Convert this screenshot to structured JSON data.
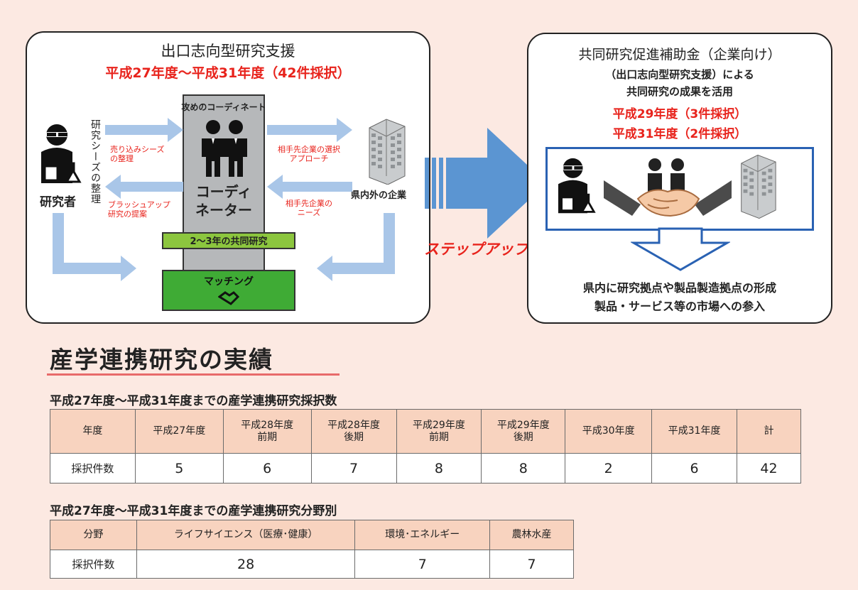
{
  "left_panel": {
    "title": "出口志向型研究支援",
    "period": "平成27年度～平成31年度（42件採択）",
    "column_caption": "攻めのコーディネート",
    "coordinator_line1": "コーディ",
    "coordinator_line2": "ネーター",
    "researcher_label": "研究者",
    "vertical_label": "研究シーズの整理",
    "company_label": "県内外の企業",
    "note_tl_1": "売り込みシーズ",
    "note_tl_2": "の整理",
    "note_bl_1": "ブラッシュアップ",
    "note_bl_2": "研究の提案",
    "note_tr_1": "相手先企業の選択",
    "note_tr_2": "アプローチ",
    "note_br_1": "相手先企業の",
    "note_br_2": "ニーズ",
    "joint_research": "2～3年の共同研究",
    "matching": "マッチング"
  },
  "step_up": "ステップアップ",
  "right_panel": {
    "title": "共同研究促進補助金（企業向け）",
    "sub1": "（出口志向型研究支援）による",
    "sub2": "共同研究の成果を活用",
    "year1": "平成29年度（3件採択）",
    "year2": "平成31年度（2件採択）",
    "outcome1": "県内に研究拠点や製品製造拠点の形成",
    "outcome2": "製品・サービス等の市場への参入"
  },
  "section_title": "産学連携研究の実績",
  "table1": {
    "caption": "平成27年度～平成31年度までの産学連携研究採択数",
    "header_label": "年度",
    "headers": [
      [
        "平成27年度",
        ""
      ],
      [
        "平成28年度",
        "前期"
      ],
      [
        "平成28年度",
        "後期"
      ],
      [
        "平成29年度",
        "前期"
      ],
      [
        "平成29年度",
        "後期"
      ],
      [
        "平成30年度",
        ""
      ],
      [
        "平成31年度",
        ""
      ],
      [
        "計",
        ""
      ]
    ],
    "row_label": "採択件数",
    "values": [
      "5",
      "6",
      "7",
      "8",
      "8",
      "2",
      "6",
      "42"
    ]
  },
  "table2": {
    "caption": "平成27年度～平成31年度までの産学連携研究分野別",
    "header_label": "分野",
    "headers": [
      "ライフサイエンス（医療･健康）",
      "環境･エネルギー",
      "農林水産"
    ],
    "row_label": "採択件数",
    "values": [
      "28",
      "7",
      "7"
    ]
  },
  "colors": {
    "accent_red": "#e8231c",
    "arrow_blue": "#a9c6e8",
    "big_arrow_blue": "#5b95d2",
    "green": "#3fab35",
    "header_fill": "#f8d3bf",
    "background": "#fce9e2"
  }
}
